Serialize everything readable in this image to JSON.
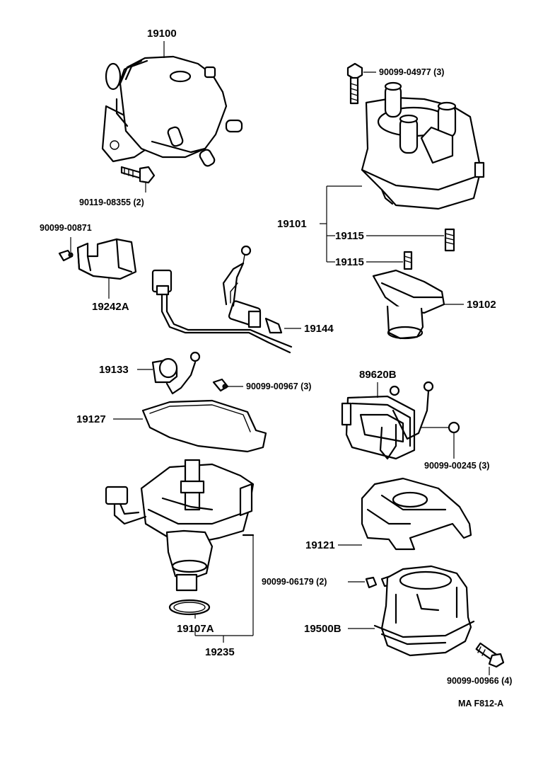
{
  "diagram": {
    "labels": {
      "p19100": "19100",
      "p90099_04977": "90099-04977 (3)",
      "p90119_08355": "90119-08355 (2)",
      "p90099_00871": "90099-00871",
      "p19242A": "19242A",
      "p19101": "19101",
      "p19115a": "19115",
      "p19115b": "19115",
      "p19102": "19102",
      "p19144": "19144",
      "p19133": "19133",
      "p90099_00967": "90099-00967 (3)",
      "p89620B": "89620B",
      "p19127": "19127",
      "p90099_00245": "90099-00245 (3)",
      "p19121": "19121",
      "p90099_06179": "90099-06179 (2)",
      "p19500B": "19500B",
      "p19107A": "19107A",
      "p19235": "19235",
      "p90099_00966": "90099-00966 (4)",
      "figure_code": "MA  F812-A"
    }
  }
}
